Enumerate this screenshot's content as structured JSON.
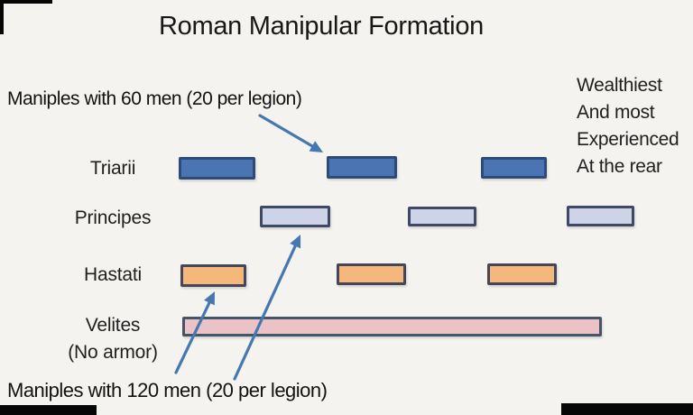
{
  "page": {
    "bg": "#f4f3ef",
    "title": "Roman Manipular Formation"
  },
  "annotations": {
    "top_label": "Maniples with 60 men (20 per legion)",
    "bottom_label": "Maniples with 120 men (20 per legion)",
    "right_note": [
      "Wealthiest",
      "And most",
      "Experienced",
      "At the rear"
    ]
  },
  "rows": [
    {
      "label": "Triarii",
      "fill": "#4a75b2",
      "border": "#2d4b76",
      "maniples_shown": 3
    },
    {
      "label": "Principes",
      "fill": "#cdd4e7",
      "border": "#3d4a64",
      "maniples_shown": 3
    },
    {
      "label": "Hastati",
      "fill": "#f4b77c",
      "border": "#45465a",
      "maniples_shown": 3
    },
    {
      "label": "Velites",
      "sublabel": "(No armor)",
      "fill": "#e9c3c5",
      "border": "#455469",
      "maniples_shown": 1
    }
  ],
  "arrow_color": "#4577b0"
}
